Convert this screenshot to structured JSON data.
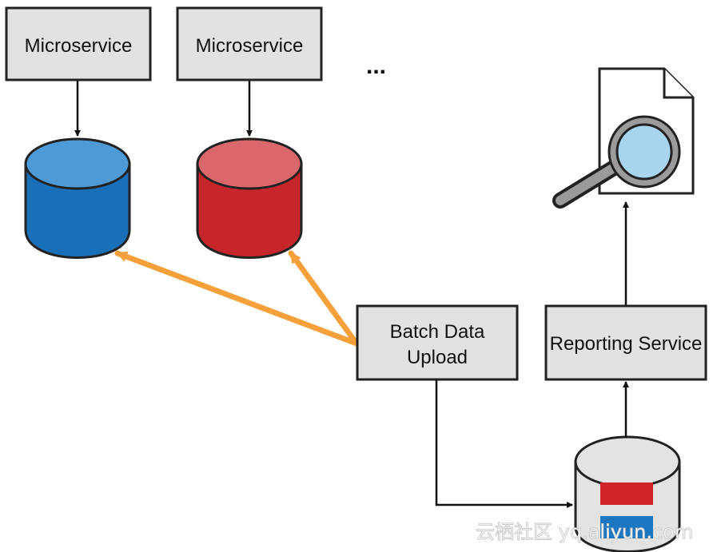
{
  "boxes": {
    "microservice_1": "Microservice",
    "microservice_2": "Microservice",
    "batch_upload_line1": "Batch Data",
    "batch_upload_line2": "Upload",
    "reporting_service": "Reporting Service"
  },
  "ellipsis": "...",
  "watermark": "云栖社区 yq.aliyun.com",
  "colors": {
    "box_fill": "#e2e2e2",
    "box_border": "#222222",
    "db_blue": "#1a6fb9",
    "db_blue_top": "#4d9ad6",
    "db_red": "#c6262b",
    "db_red_top": "#d9676b",
    "db_grey": "#e3e3e3",
    "reporting_db_red_bar": "#d1232a",
    "reporting_db_blue_bar": "#1d76c0",
    "orange_arrow": "#f5a03a",
    "magnifier_lens": "#a9d4ee"
  },
  "icons": {
    "report_document": "document-magnifier-icon"
  }
}
